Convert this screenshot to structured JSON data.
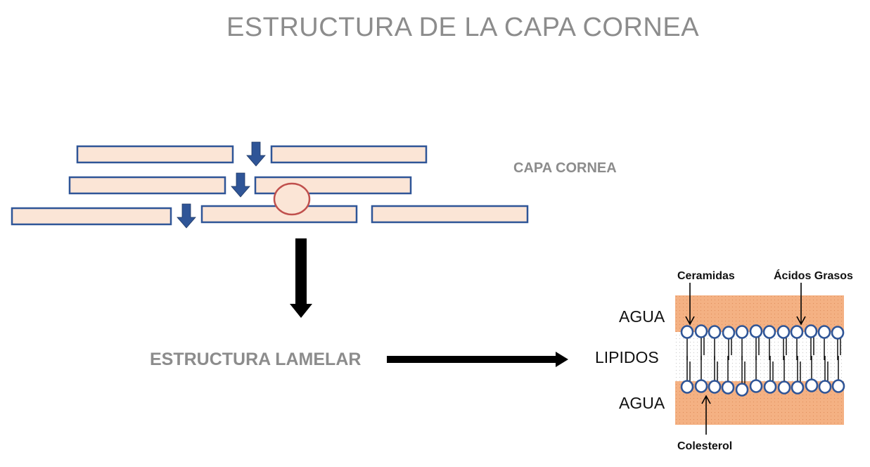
{
  "title": "ESTRUCTURA DE LA CAPA CORNEA",
  "labels": {
    "capa_cornea": "CAPA CORNEA",
    "estructura_lamelar": "ESTRUCTURA LAMELAR",
    "agua_top": "AGUA",
    "lipidos": "LIPIDOS",
    "agua_bottom": "AGUA",
    "ceramidas": "Ceramidas",
    "acidos_grasos": "Ácidos Grasos",
    "colesterol": "Colesterol"
  },
  "colors": {
    "cell_fill": "#fbe5d6",
    "cell_border": "#2f5597",
    "arrow_blue": "#2f5597",
    "nucleus_fill": "#fbe5d6",
    "nucleus_border": "#c0504d",
    "water": "#f4b183",
    "head_border": "#2f5597",
    "title_gray": "#8c8c8c"
  }
}
